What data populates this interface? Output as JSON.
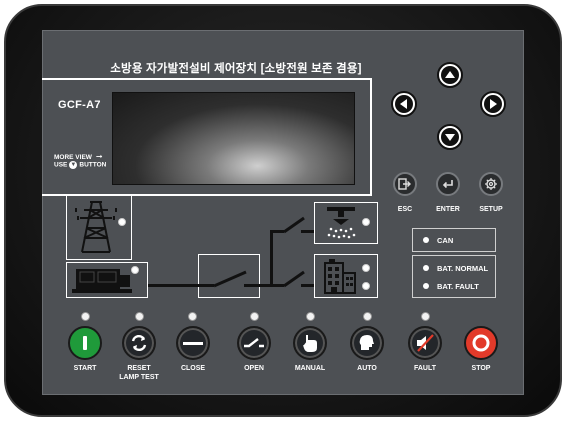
{
  "header": {
    "title": "소방용 자가발전설비 제어장치 [소방전원 보존 겸용]",
    "model": "GCF-A7"
  },
  "display": {
    "hint_line1": "MORE VIEW",
    "hint_line2_prefix": "USE",
    "hint_line2_suffix": "BUTTON"
  },
  "nav": {
    "up": "up-arrow-icon",
    "down": "down-arrow-icon",
    "left": "left-arrow-icon",
    "right": "right-arrow-icon"
  },
  "function_keys": [
    {
      "label": "ESC",
      "icon": "exit-icon"
    },
    {
      "label": "ENTER",
      "icon": "enter-icon"
    },
    {
      "label": "SETUP",
      "icon": "gear-icon"
    }
  ],
  "mimic": {
    "utility": "power-tower-icon",
    "generator": "generator-icon",
    "sprinkler": "sprinkler-icon",
    "building": "building-icon"
  },
  "status": {
    "can": "CAN",
    "bat_normal": "BAT. NORMAL",
    "bat_fault": "BAT. FAULT"
  },
  "buttons": [
    {
      "label": "START",
      "label2": "",
      "icon": "start-icon",
      "style": "green"
    },
    {
      "label": "RESET",
      "label2": "LAMP TEST",
      "icon": "reset-icon",
      "style": "dark"
    },
    {
      "label": "CLOSE",
      "label2": "",
      "icon": "close-breaker-icon",
      "style": "dark"
    },
    {
      "label": "OPEN",
      "label2": "",
      "icon": "open-breaker-icon",
      "style": "dark"
    },
    {
      "label": "MANUAL",
      "label2": "",
      "icon": "hand-icon",
      "style": "dark"
    },
    {
      "label": "AUTO",
      "label2": "",
      "icon": "auto-head-icon",
      "style": "dark"
    },
    {
      "label": "FAULT",
      "label2": "",
      "icon": "mute-speaker-icon",
      "style": "dark"
    },
    {
      "label": "STOP",
      "label2": "",
      "icon": "stop-icon",
      "style": "red"
    }
  ],
  "colors": {
    "panel": "#4d5054",
    "start": "#1f9a3a",
    "stop": "#e23a2a"
  }
}
